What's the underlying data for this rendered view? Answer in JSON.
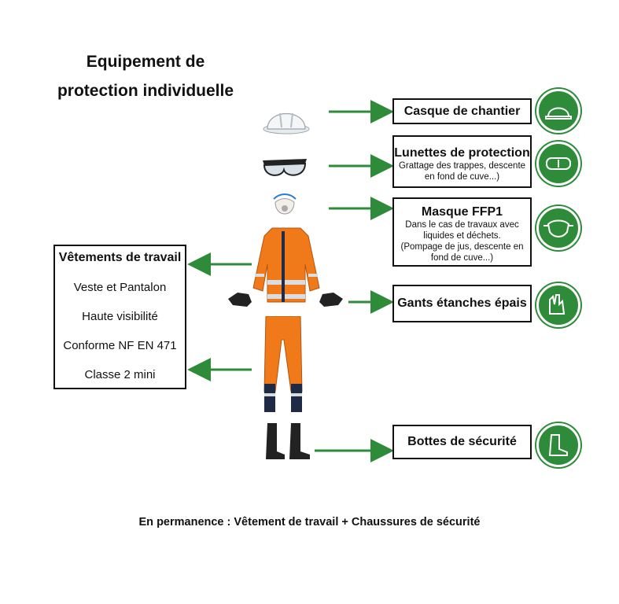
{
  "title": {
    "line1": "Equipement de",
    "line2": "protection individuelle"
  },
  "right_items": [
    {
      "head": "Casque de chantier",
      "sub": "",
      "icon": "helmet-icon"
    },
    {
      "head": "Lunettes de protection",
      "sub1": "Grattage des trappes, descente",
      "sub2": "en fond de cuve...)",
      "icon": "goggles-icon"
    },
    {
      "head": "Masque FFP1",
      "sub1": "Dans le cas de travaux avec",
      "sub2": "liquides et déchets.",
      "sub3": "(Pompage de jus, descente en",
      "sub4": "fond de cuve...)",
      "icon": "mask-icon"
    },
    {
      "head": "Gants étanches épais",
      "icon": "gloves-icon"
    },
    {
      "head": "Bottes de sécurité",
      "icon": "boots-icon"
    }
  ],
  "left_box": {
    "head": "Vêtements de travail",
    "lines": [
      "Veste et Pantalon",
      "Haute visibilité",
      "Conforme NF EN 471",
      "Classe 2 mini"
    ]
  },
  "footer": "En permanence : Vêtement de travail + Chaussures de sécurité",
  "colors": {
    "arrow": "#2e8b3a",
    "icon_bg": "#2e8b3a",
    "hivis": "#f07a1a",
    "navy": "#1f2a44"
  }
}
